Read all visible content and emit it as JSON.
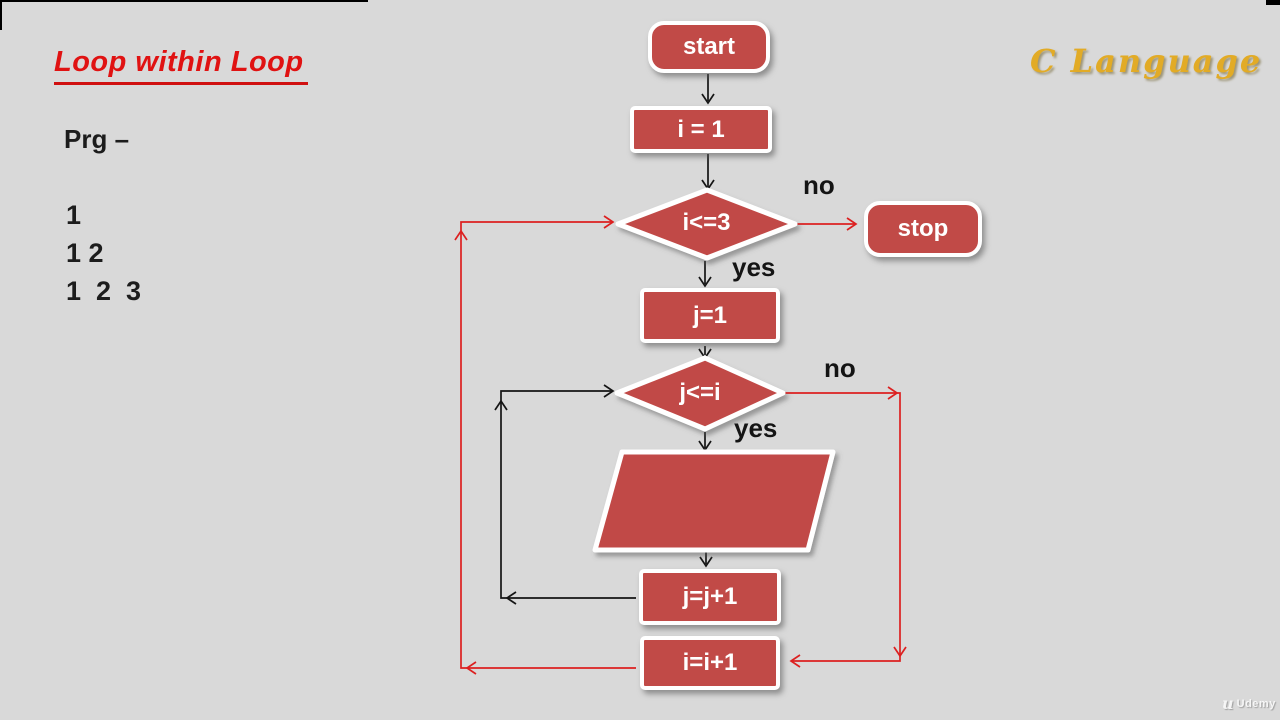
{
  "slide": {
    "title": "Loop within Loop",
    "brand": "C Language",
    "prg_label": "Prg –",
    "output_lines": [
      "1",
      "1 2",
      "1  2  3"
    ],
    "watermark": "Udemy"
  },
  "flowchart": {
    "nodes": {
      "start": {
        "label": "start",
        "type": "terminator"
      },
      "init_i": {
        "label": "i = 1",
        "type": "process"
      },
      "cond_i": {
        "label": "i<=3",
        "type": "decision"
      },
      "stop": {
        "label": "stop",
        "type": "terminator"
      },
      "init_j": {
        "label": "j=1",
        "type": "process"
      },
      "cond_j": {
        "label": "j<=i",
        "type": "decision"
      },
      "output_parallelogram": {
        "label": "",
        "type": "input-output"
      },
      "inc_j": {
        "label": "j=j+1",
        "type": "process"
      },
      "inc_i": {
        "label": "i=i+1",
        "type": "process"
      }
    },
    "edge_labels": {
      "cond_i_no": "no",
      "cond_i_yes": "yes",
      "cond_j_no": "no",
      "cond_j_yes": "yes"
    },
    "colors": {
      "shape_fill": "#c14a47",
      "shape_border": "#ffffff",
      "connector_black": "#151515",
      "connector_red": "#dc2020",
      "title_red": "#e01212",
      "brand_gold": "#e2ab26",
      "background": "#d9d9d9"
    }
  }
}
